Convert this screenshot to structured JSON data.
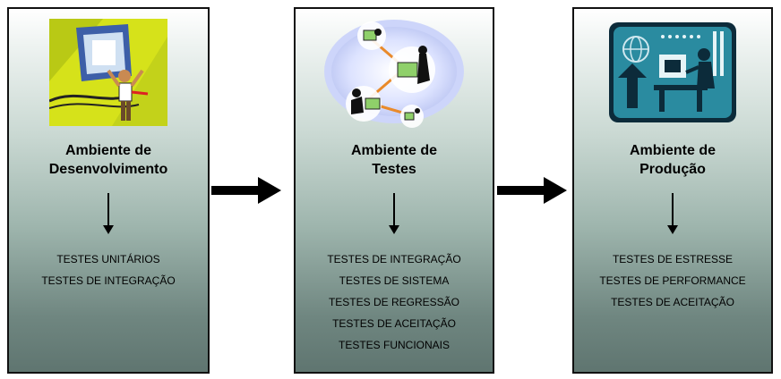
{
  "stages": [
    {
      "icon": "developer-at-computer-illustration",
      "title_line1": "Ambiente de",
      "title_line2": "Desenvolvimento",
      "items": [
        "TESTES UNITÁRIOS",
        "TESTES DE INTEGRAÇÃO"
      ]
    },
    {
      "icon": "networked-laptop-users-illustration",
      "title_line1": "Ambiente de",
      "title_line2": "Testes",
      "items": [
        "TESTES DE INTEGRAÇÃO",
        "TESTES DE SISTEMA",
        "TESTES DE REGRESSÃO",
        "TESTES DE ACEITAÇÃO",
        "TESTES FUNCIONAIS"
      ]
    },
    {
      "icon": "production-workstation-illustration",
      "title_line1": "Ambiente de",
      "title_line2": "Produção",
      "items": [
        "TESTES DE ESTRESSE",
        "TESTES DE PERFORMANCE",
        "TESTES DE ACEITAÇÃO"
      ]
    }
  ],
  "colors": {
    "panel_gradient_top": "#ffffff",
    "panel_gradient_bottom": "#5f7570",
    "border": "#111111",
    "arrow": "#000000"
  }
}
